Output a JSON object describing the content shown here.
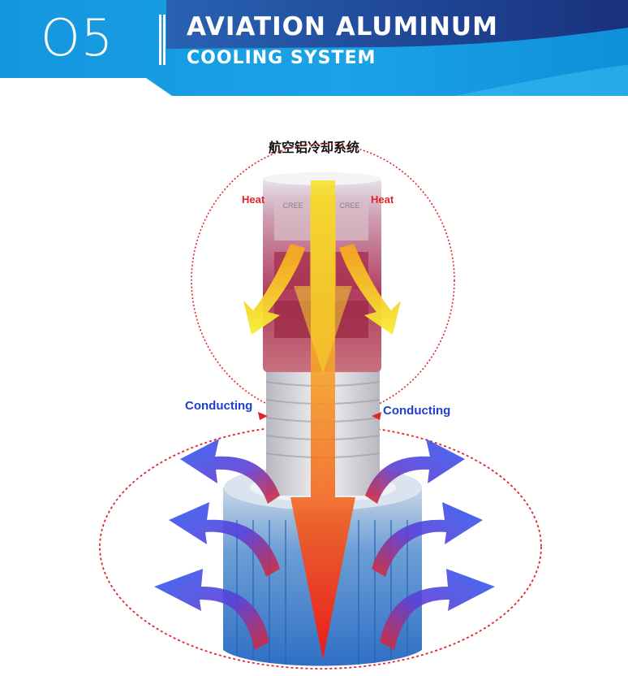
{
  "header": {
    "number": "O5",
    "title_line1": "AVIATION ALUMINUM",
    "title_line2": "COOLING SYSTEM"
  },
  "diagram": {
    "caption": "航空铝冷却系统",
    "labels": {
      "heat_left": "Heat",
      "heat_right": "Heat",
      "conducting_left": "Conducting",
      "conducting_right": "Conducting"
    },
    "chip_marks": [
      "CREE",
      "CREE"
    ]
  },
  "colors": {
    "banner_dark": "#1b2f7a",
    "banner_light": "#1aa0e6",
    "heat_red": "#e0242c",
    "conduct_blue": "#1f3fd0",
    "arrow_yellow": "#f3e42c",
    "arrow_orange": "#f06a1c",
    "arrow_red": "#ff1a10",
    "heatsink_blue": "#3c7fd1"
  },
  "icons": {
    "bulb": "led-bulb-illustration",
    "main_arrow": "down-arrow",
    "side_arrows": "curved-arrow"
  }
}
